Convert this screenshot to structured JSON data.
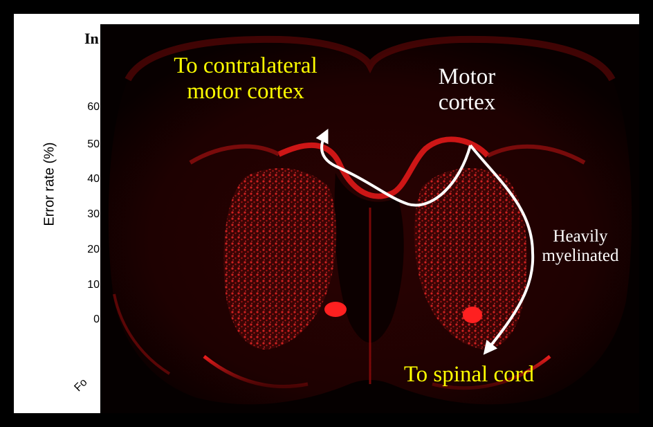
{
  "background_figure": {
    "title_fragment": "In",
    "y_axis_label": "Error rate (%)",
    "y_ticks": [
      "60",
      "50",
      "40",
      "30",
      "20",
      "10",
      "0"
    ],
    "x_tick_fragment": "Fo"
  },
  "micrograph": {
    "stain_color": "#ff1a1a",
    "labels": {
      "contralateral_line1": "To contralateral",
      "contralateral_line2": "motor cortex",
      "motor_line1": "Motor",
      "motor_line2": "cortex",
      "myelinated_line1": "Heavily",
      "myelinated_line2": "myelinated",
      "spinal": "To spinal cord"
    },
    "arrows": [
      "arrow-to-contralateral-cortex",
      "arrow-to-spinal-cord"
    ]
  }
}
